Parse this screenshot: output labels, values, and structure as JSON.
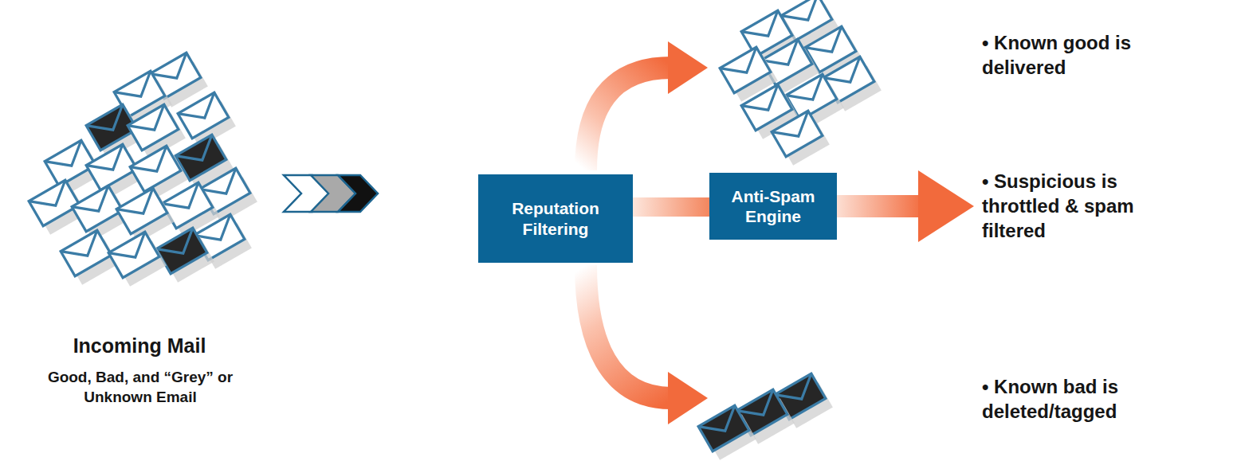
{
  "diagram": {
    "nodes": [
      {
        "text": [
          "Reputation Filtering"
        ]
      },
      {
        "text": [
          "Anti-Spam Engine"
        ]
      }
    ],
    "edges": [
      {
        "from": 0,
        "to": 1,
        "arrow": "none"
      }
    ],
    "labels": [
      "Incoming Mail",
      "Good, Bad, and “Grey” or Unknown Email",
      "• Known good is delivered",
      "• Suspicious is throttled & spam filtered",
      "• Known bad is deleted/tagged"
    ]
  }
}
